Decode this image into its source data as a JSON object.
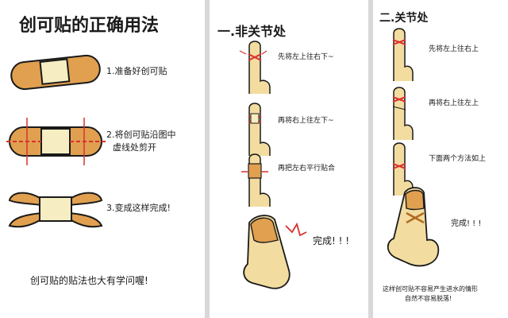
{
  "panel1": {
    "title": "创可贴的正确用法",
    "steps": [
      "1.准备好创可贴",
      "2.将创可贴沿图中",
      "虚线处剪开",
      "3.变成这样完成!"
    ],
    "footer": "创可贴的贴法也大有学问喔!"
  },
  "panel2": {
    "title": "一.非关节处",
    "steps": [
      "先将左上往右下~",
      "再将右上往左下~",
      "再把左右平行贴合",
      "完成! ! !"
    ]
  },
  "panel3": {
    "title": "二.关节处",
    "steps": [
      "先将左上往右上",
      "再将右上往左上",
      "下面两个方法如上",
      "完成! ! !"
    ],
    "footer": [
      "这样创可贴不容易产生进水的情形",
      "自然不容易脱落!"
    ]
  },
  "colors": {
    "bandage": "#e0a050",
    "bandage_dark": "#b06a20",
    "pad": "#f6eec2",
    "finger": "#f3dca0",
    "cut": "#d93030"
  }
}
